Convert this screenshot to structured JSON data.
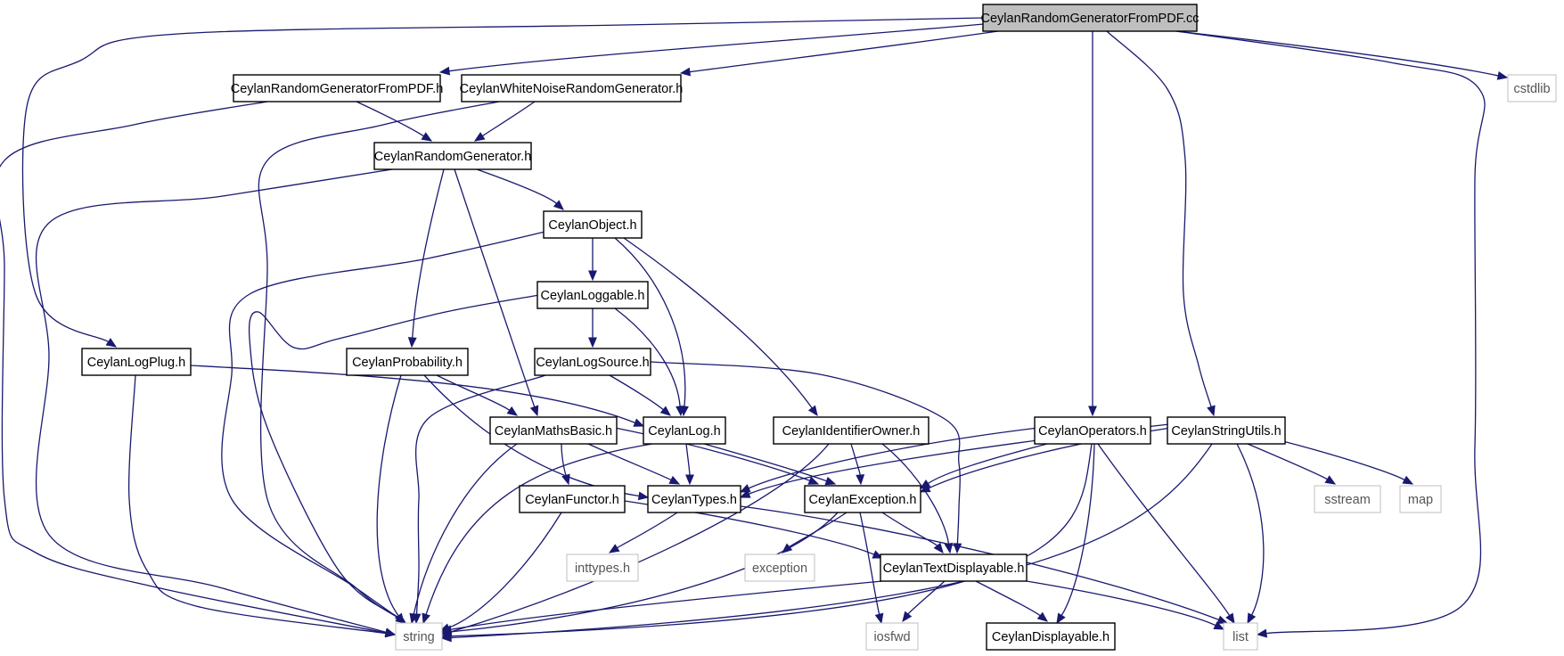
{
  "graph": {
    "root": "CeylanRandomGeneratorFromPDF.cc",
    "nodes": [
      {
        "id": "root",
        "label": "CeylanRandomGeneratorFromPDF.cc",
        "style": "root"
      },
      {
        "id": "pdf_h",
        "label": "CeylanRandomGeneratorFromPDF.h",
        "style": "documented"
      },
      {
        "id": "wn_h",
        "label": "CeylanWhiteNoiseRandomGenerator.h",
        "style": "documented"
      },
      {
        "id": "cstdlib",
        "label": "cstdlib",
        "style": "external"
      },
      {
        "id": "rg_h",
        "label": "CeylanRandomGenerator.h",
        "style": "documented"
      },
      {
        "id": "obj_h",
        "label": "CeylanObject.h",
        "style": "documented"
      },
      {
        "id": "loggable_h",
        "label": "CeylanLoggable.h",
        "style": "documented"
      },
      {
        "id": "logplug_h",
        "label": "CeylanLogPlug.h",
        "style": "documented"
      },
      {
        "id": "prob_h",
        "label": "CeylanProbability.h",
        "style": "documented"
      },
      {
        "id": "logsrc_h",
        "label": "CeylanLogSource.h",
        "style": "documented"
      },
      {
        "id": "maths_h",
        "label": "CeylanMathsBasic.h",
        "style": "documented"
      },
      {
        "id": "log_h",
        "label": "CeylanLog.h",
        "style": "documented"
      },
      {
        "id": "idowner_h",
        "label": "CeylanIdentifierOwner.h",
        "style": "documented"
      },
      {
        "id": "ops_h",
        "label": "CeylanOperators.h",
        "style": "documented"
      },
      {
        "id": "strutils_h",
        "label": "CeylanStringUtils.h",
        "style": "documented"
      },
      {
        "id": "functor_h",
        "label": "CeylanFunctor.h",
        "style": "documented"
      },
      {
        "id": "types_h",
        "label": "CeylanTypes.h",
        "style": "documented"
      },
      {
        "id": "exc_h",
        "label": "CeylanException.h",
        "style": "documented"
      },
      {
        "id": "sstream",
        "label": "sstream",
        "style": "external"
      },
      {
        "id": "map",
        "label": "map",
        "style": "external"
      },
      {
        "id": "inttypes_h",
        "label": "inttypes.h",
        "style": "external"
      },
      {
        "id": "exception",
        "label": "exception",
        "style": "external"
      },
      {
        "id": "textdisp_h",
        "label": "CeylanTextDisplayable.h",
        "style": "documented"
      },
      {
        "id": "string",
        "label": "string",
        "style": "external"
      },
      {
        "id": "iosfwd",
        "label": "iosfwd",
        "style": "external"
      },
      {
        "id": "disp_h",
        "label": "CeylanDisplayable.h",
        "style": "documented"
      },
      {
        "id": "list",
        "label": "list",
        "style": "external"
      }
    ],
    "edges": [
      [
        "root",
        "pdf_h"
      ],
      [
        "root",
        "wn_h"
      ],
      [
        "root",
        "cstdlib"
      ],
      [
        "root",
        "logplug_h"
      ],
      [
        "root",
        "ops_h"
      ],
      [
        "root",
        "strutils_h"
      ],
      [
        "root",
        "list"
      ],
      [
        "pdf_h",
        "rg_h"
      ],
      [
        "pdf_h",
        "string"
      ],
      [
        "wn_h",
        "rg_h"
      ],
      [
        "wn_h",
        "string"
      ],
      [
        "rg_h",
        "obj_h"
      ],
      [
        "rg_h",
        "prob_h"
      ],
      [
        "rg_h",
        "maths_h"
      ],
      [
        "rg_h",
        "string"
      ],
      [
        "obj_h",
        "loggable_h"
      ],
      [
        "obj_h",
        "log_h"
      ],
      [
        "obj_h",
        "idowner_h"
      ],
      [
        "obj_h",
        "string"
      ],
      [
        "loggable_h",
        "logsrc_h"
      ],
      [
        "loggable_h",
        "log_h"
      ],
      [
        "loggable_h",
        "string"
      ],
      [
        "logplug_h",
        "log_h"
      ],
      [
        "logplug_h",
        "string"
      ],
      [
        "prob_h",
        "maths_h"
      ],
      [
        "prob_h",
        "types_h"
      ],
      [
        "prob_h",
        "string"
      ],
      [
        "logsrc_h",
        "log_h"
      ],
      [
        "logsrc_h",
        "textdisp_h"
      ],
      [
        "logsrc_h",
        "string"
      ],
      [
        "maths_h",
        "functor_h"
      ],
      [
        "maths_h",
        "types_h"
      ],
      [
        "maths_h",
        "exc_h"
      ],
      [
        "maths_h",
        "string"
      ],
      [
        "log_h",
        "types_h"
      ],
      [
        "log_h",
        "exc_h"
      ],
      [
        "log_h",
        "string"
      ],
      [
        "idowner_h",
        "exc_h"
      ],
      [
        "idowner_h",
        "textdisp_h"
      ],
      [
        "idowner_h",
        "string"
      ],
      [
        "ops_h",
        "types_h"
      ],
      [
        "ops_h",
        "exc_h"
      ],
      [
        "ops_h",
        "string"
      ],
      [
        "ops_h",
        "disp_h"
      ],
      [
        "ops_h",
        "list"
      ],
      [
        "strutils_h",
        "types_h"
      ],
      [
        "strutils_h",
        "exc_h"
      ],
      [
        "strutils_h",
        "sstream"
      ],
      [
        "strutils_h",
        "map"
      ],
      [
        "strutils_h",
        "string"
      ],
      [
        "strutils_h",
        "list"
      ],
      [
        "functor_h",
        "textdisp_h"
      ],
      [
        "functor_h",
        "string"
      ],
      [
        "types_h",
        "inttypes_h"
      ],
      [
        "types_h",
        "list"
      ],
      [
        "exc_h",
        "exception"
      ],
      [
        "exc_h",
        "textdisp_h"
      ],
      [
        "exc_h",
        "iosfwd"
      ],
      [
        "exc_h",
        "string"
      ],
      [
        "textdisp_h",
        "iosfwd"
      ],
      [
        "textdisp_h",
        "disp_h"
      ],
      [
        "textdisp_h",
        "string"
      ],
      [
        "textdisp_h",
        "list"
      ]
    ]
  },
  "colors": {
    "edge": "#191970",
    "root_fill": "#bfbfbf",
    "documented_border": "#000000",
    "external_border": "#bfbfbf",
    "external_text": "#555555",
    "background": "#ffffff"
  }
}
